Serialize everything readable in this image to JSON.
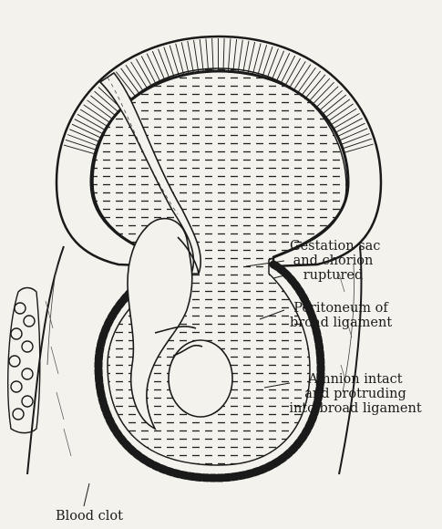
{
  "labels": {
    "gestation_sac": [
      "Gestation sac",
      "and chorion",
      "ruptured"
    ],
    "peritoneum": [
      "Peritoneum of",
      "broad ligament"
    ],
    "amnion": [
      "Amnion intact",
      "and protruding",
      "into broad ligament"
    ],
    "blood_clot": "Blood clot"
  },
  "colors": {
    "ink": "#1a1a1a",
    "paper": "#f3f2ec"
  }
}
